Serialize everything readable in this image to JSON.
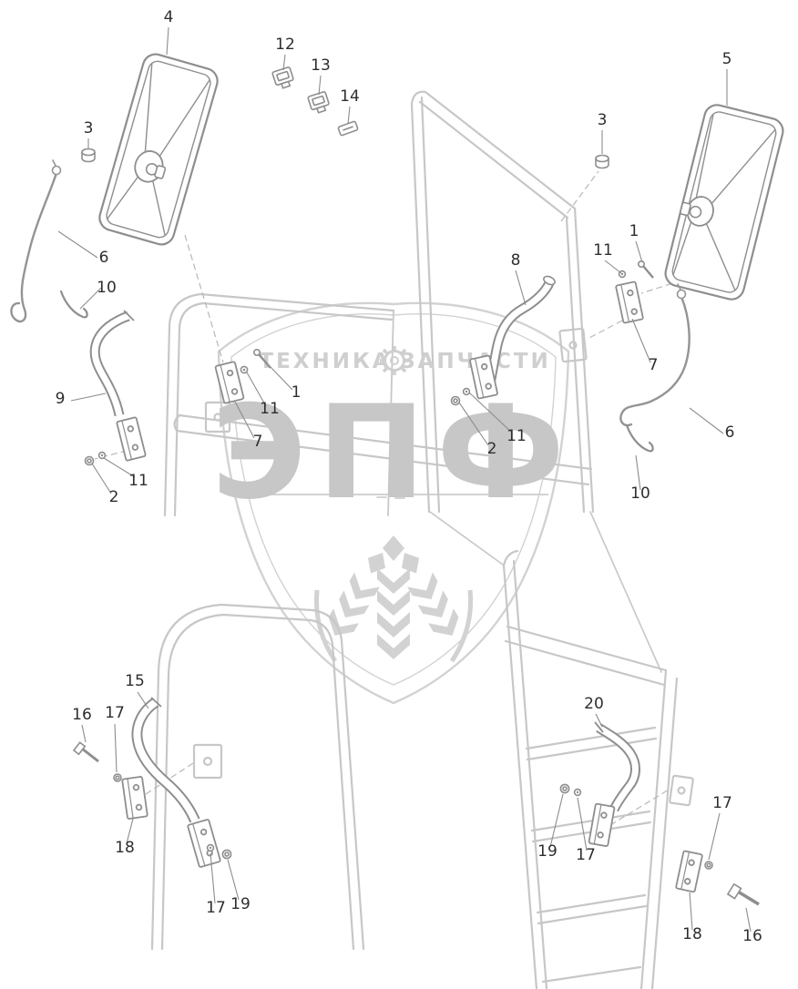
{
  "watermark": {
    "word_left": "ТЕХНИКА",
    "word_right": "ЗАПЧАСТИ",
    "brand": "ЭПФ"
  },
  "callouts": [
    {
      "text": "4"
    },
    {
      "text": "12"
    },
    {
      "text": "13"
    },
    {
      "text": "14"
    },
    {
      "text": "3"
    },
    {
      "text": "3"
    },
    {
      "text": "5"
    },
    {
      "text": "1"
    },
    {
      "text": "11"
    },
    {
      "text": "8"
    },
    {
      "text": "7"
    },
    {
      "text": "6"
    },
    {
      "text": "10"
    },
    {
      "text": "9"
    },
    {
      "text": "1"
    },
    {
      "text": "11"
    },
    {
      "text": "7"
    },
    {
      "text": "2"
    },
    {
      "text": "11"
    },
    {
      "text": "6"
    },
    {
      "text": "10"
    },
    {
      "text": "2"
    },
    {
      "text": "11"
    },
    {
      "text": "15"
    },
    {
      "text": "16"
    },
    {
      "text": "17"
    },
    {
      "text": "18"
    },
    {
      "text": "17"
    },
    {
      "text": "19"
    },
    {
      "text": "20"
    },
    {
      "text": "19"
    },
    {
      "text": "17"
    },
    {
      "text": "17"
    },
    {
      "text": "18"
    },
    {
      "text": "16"
    }
  ]
}
